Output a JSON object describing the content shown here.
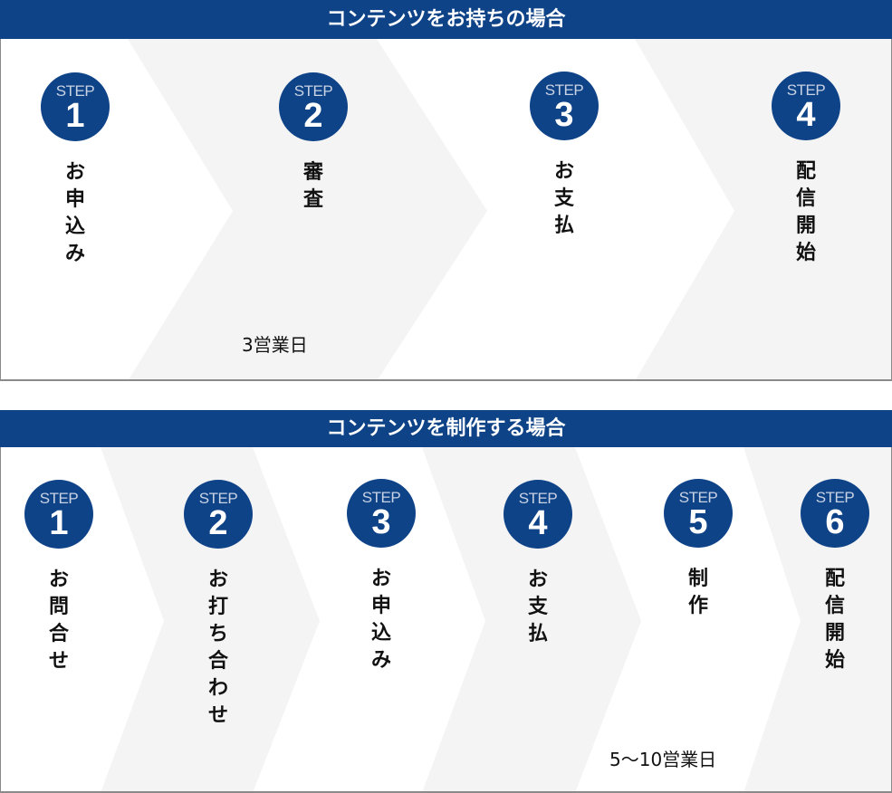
{
  "colors": {
    "header_bg": "#0f4388",
    "badge_bg": "#0f4388",
    "band_gray": "#f4f4f4",
    "band_white": "#ffffff",
    "border": "#8a8a8a"
  },
  "panels": [
    {
      "title": "コンテンツをお持ちの場合",
      "steps": [
        {
          "badge_label": "STEP",
          "number": "1",
          "title": "お申込み",
          "chars": [
            "お",
            "申",
            "込",
            "み"
          ]
        },
        {
          "badge_label": "STEP",
          "number": "2",
          "title": "審査",
          "chars": [
            "審",
            "査"
          ]
        },
        {
          "badge_label": "STEP",
          "number": "3",
          "title": "お支払",
          "chars": [
            "お",
            "支",
            "払"
          ]
        },
        {
          "badge_label": "STEP",
          "number": "4",
          "title": "配信開始",
          "chars": [
            "配",
            "信",
            "開",
            "始"
          ]
        }
      ],
      "duration": "3営業日"
    },
    {
      "title": "コンテンツを制作する場合",
      "steps": [
        {
          "badge_label": "STEP",
          "number": "1",
          "title": "お問合せ",
          "chars": [
            "お",
            "問",
            "合",
            "せ"
          ]
        },
        {
          "badge_label": "STEP",
          "number": "2",
          "title": "お打ち合わせ",
          "chars": [
            "お",
            "打",
            "ち",
            "合",
            "わ",
            "せ"
          ]
        },
        {
          "badge_label": "STEP",
          "number": "3",
          "title": "お申込み",
          "chars": [
            "お",
            "申",
            "込",
            "み"
          ]
        },
        {
          "badge_label": "STEP",
          "number": "4",
          "title": "お支払",
          "chars": [
            "お",
            "支",
            "払"
          ]
        },
        {
          "badge_label": "STEP",
          "number": "5",
          "title": "制作",
          "chars": [
            "制",
            "作"
          ]
        },
        {
          "badge_label": "STEP",
          "number": "6",
          "title": "配信開始",
          "chars": [
            "配",
            "信",
            "開",
            "始"
          ]
        }
      ],
      "duration": "5〜10営業日"
    }
  ]
}
